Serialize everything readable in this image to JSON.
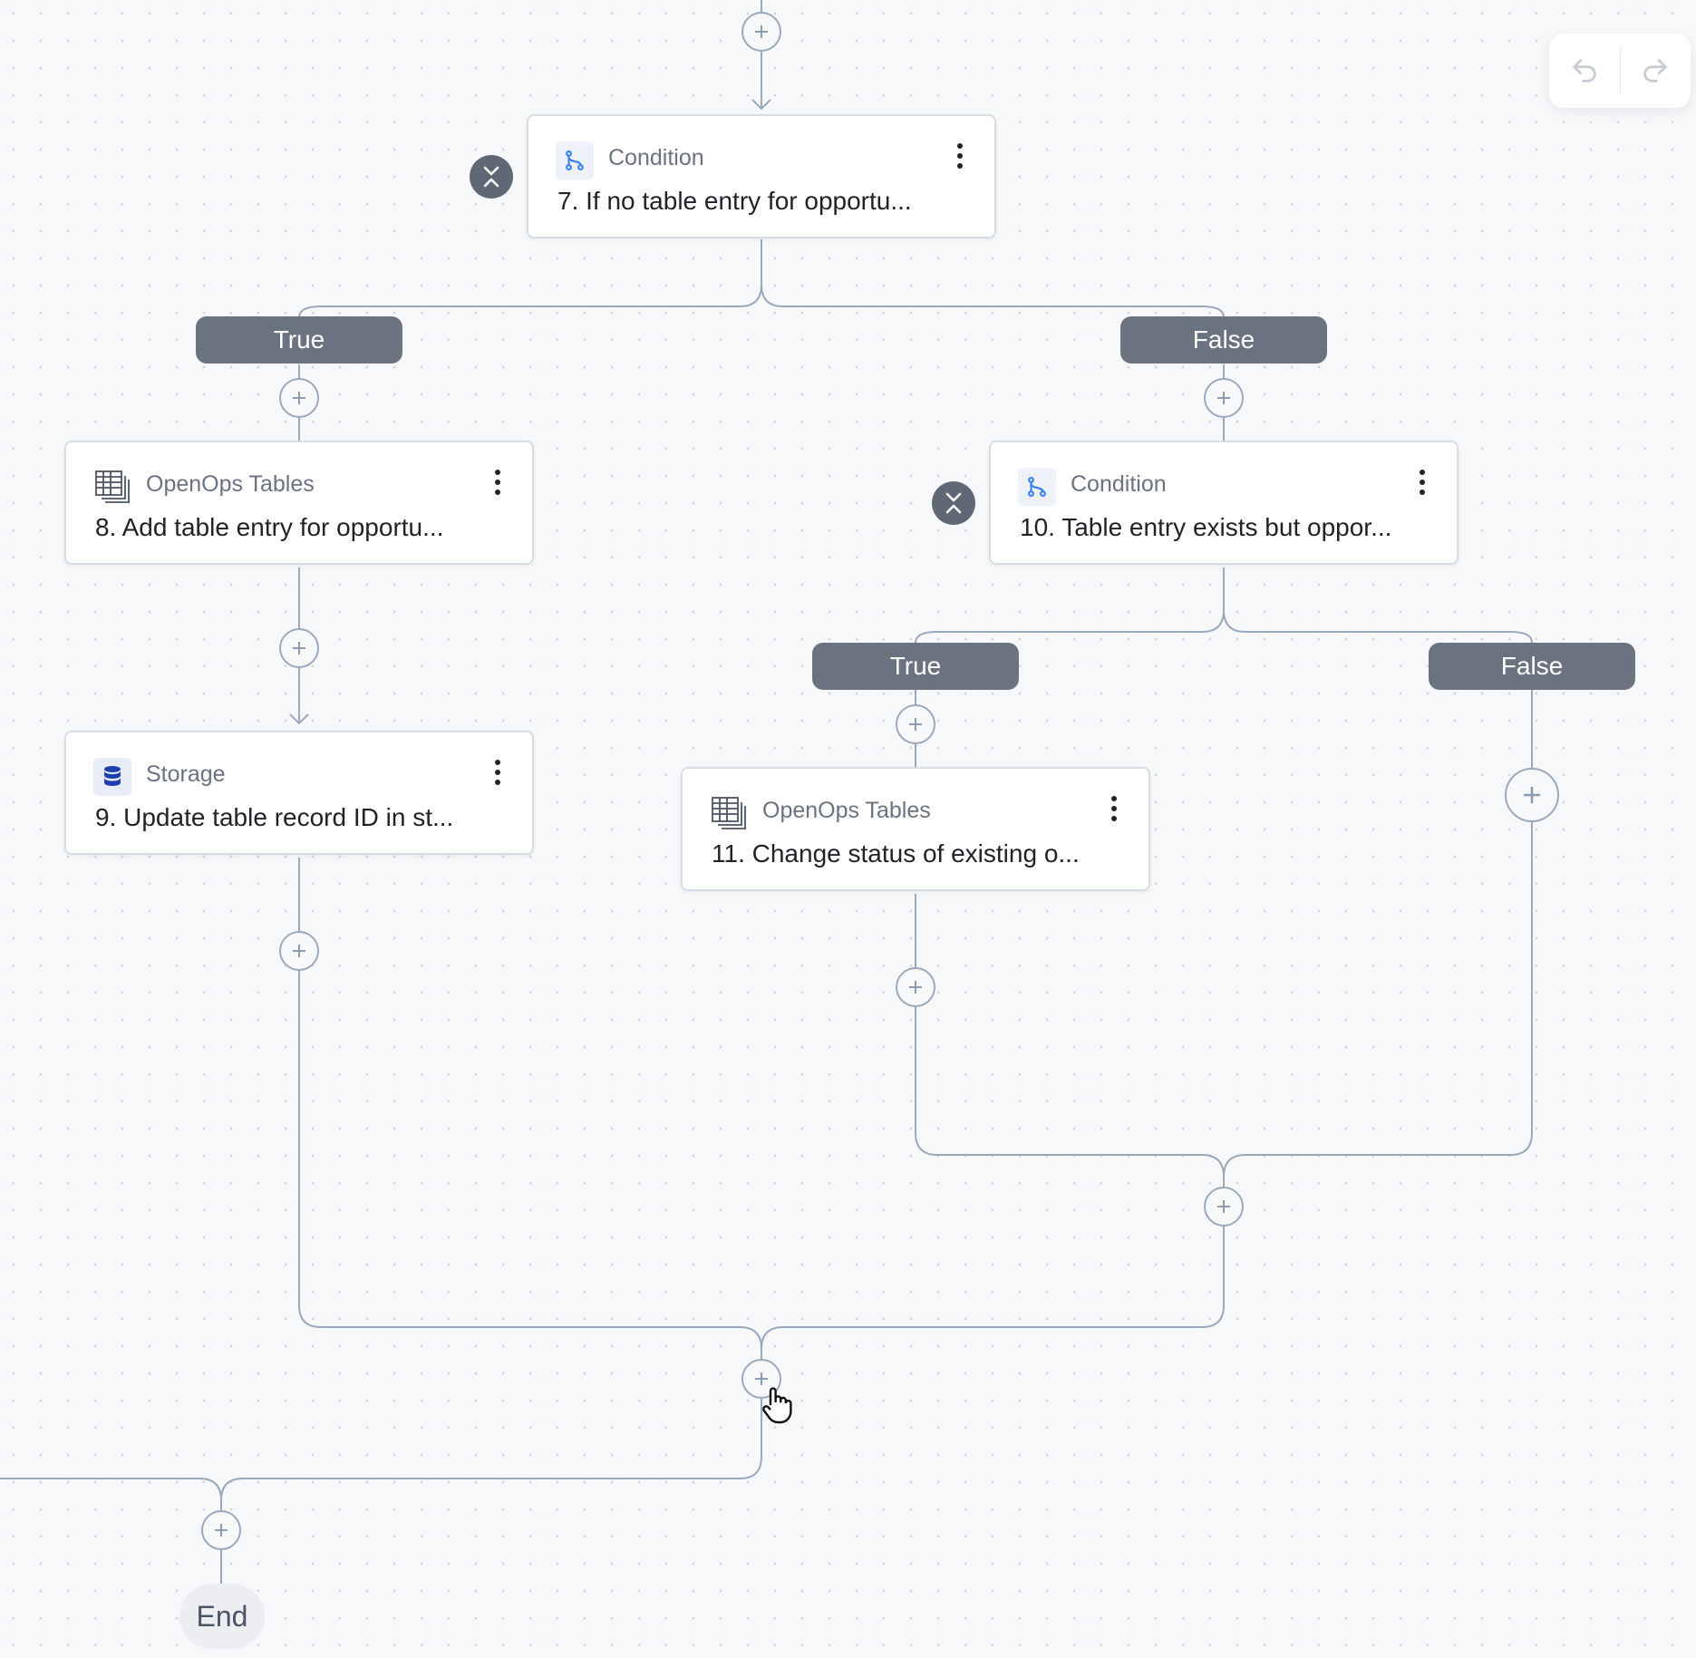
{
  "toolbar": {
    "undo_icon": "undo-icon",
    "redo_icon": "redo-icon"
  },
  "colors": {
    "canvas": "#f7f8fa",
    "edge": "#9aa9bb",
    "branch_pill": "#6b7280",
    "condition_icon": "#3b82f6",
    "storage_icon": "#1e3fae"
  },
  "branches": {
    "step7_true": "True",
    "step7_false": "False",
    "step10_true": "True",
    "step10_false": "False"
  },
  "steps": [
    {
      "id": "7",
      "kind": "Condition",
      "icon": "condition-branch-icon",
      "title": "7. If no table entry for opportu..."
    },
    {
      "id": "8",
      "kind": "OpenOps Tables",
      "icon": "table-icon",
      "title": "8. Add table entry for opportu..."
    },
    {
      "id": "9",
      "kind": "Storage",
      "icon": "database-icon",
      "title": "9. Update table record ID in st..."
    },
    {
      "id": "10",
      "kind": "Condition",
      "icon": "condition-branch-icon",
      "title": "10. Table entry exists but oppor..."
    },
    {
      "id": "11",
      "kind": "OpenOps Tables",
      "icon": "table-icon",
      "title": "11. Change status of existing o..."
    }
  ],
  "end": {
    "label": "End"
  }
}
